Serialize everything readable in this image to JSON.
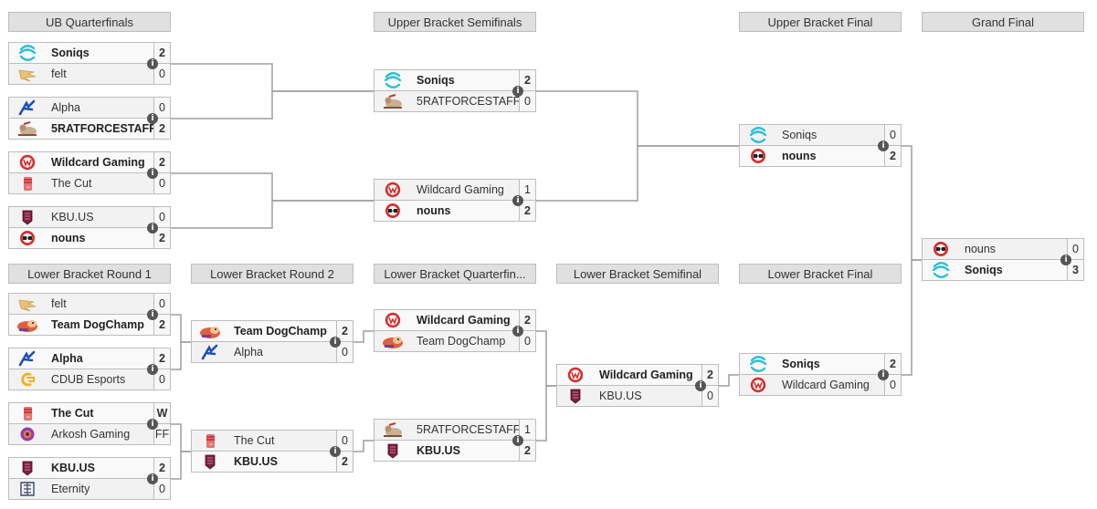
{
  "rounds": [
    {
      "id": "ubqf",
      "label": "UB Quarterfinals"
    },
    {
      "id": "ubsf",
      "label": "Upper Bracket Semifinals"
    },
    {
      "id": "ubf",
      "label": "Upper Bracket Final"
    },
    {
      "id": "gf",
      "label": "Grand Final"
    },
    {
      "id": "lbr1",
      "label": "Lower Bracket Round 1"
    },
    {
      "id": "lbr2",
      "label": "Lower Bracket Round 2"
    },
    {
      "id": "lbqf",
      "label": "Lower Bracket Quarterfin..."
    },
    {
      "id": "lbsf",
      "label": "Lower Bracket Semifinal"
    },
    {
      "id": "lbf",
      "label": "Lower Bracket Final"
    }
  ],
  "matches": [
    {
      "id": "ubqf1",
      "teams": [
        {
          "name": "Soniqs",
          "score": "2",
          "winner": true,
          "logo": "soniqs-logo"
        },
        {
          "name": "felt",
          "score": "0",
          "winner": false,
          "logo": "felt-logo"
        }
      ]
    },
    {
      "id": "ubqf2",
      "teams": [
        {
          "name": "Alpha",
          "score": "0",
          "winner": false,
          "logo": "alpha-logo"
        },
        {
          "name": "5RATFORCESTAFF",
          "score": "2",
          "winner": true,
          "logo": "5ratforcestaff-logo"
        }
      ]
    },
    {
      "id": "ubqf3",
      "teams": [
        {
          "name": "Wildcard Gaming",
          "score": "2",
          "winner": true,
          "logo": "wildcard-logo"
        },
        {
          "name": "The Cut",
          "score": "0",
          "winner": false,
          "logo": "thecut-logo"
        }
      ]
    },
    {
      "id": "ubqf4",
      "teams": [
        {
          "name": "KBU.US",
          "score": "0",
          "winner": false,
          "logo": "kbu-logo"
        },
        {
          "name": "nouns",
          "score": "2",
          "winner": true,
          "logo": "nouns-logo"
        }
      ]
    },
    {
      "id": "ubsf1",
      "teams": [
        {
          "name": "Soniqs",
          "score": "2",
          "winner": true,
          "logo": "soniqs-logo"
        },
        {
          "name": "5RATFORCESTAFF",
          "score": "0",
          "winner": false,
          "logo": "5ratforcestaff-logo"
        }
      ]
    },
    {
      "id": "ubsf2",
      "teams": [
        {
          "name": "Wildcard Gaming",
          "score": "1",
          "winner": false,
          "logo": "wildcard-logo"
        },
        {
          "name": "nouns",
          "score": "2",
          "winner": true,
          "logo": "nouns-logo"
        }
      ]
    },
    {
      "id": "ubf1",
      "teams": [
        {
          "name": "Soniqs",
          "score": "0",
          "winner": false,
          "logo": "soniqs-logo"
        },
        {
          "name": "nouns",
          "score": "2",
          "winner": true,
          "logo": "nouns-logo"
        }
      ]
    },
    {
      "id": "gf1",
      "teams": [
        {
          "name": "nouns",
          "score": "0",
          "winner": false,
          "logo": "nouns-logo"
        },
        {
          "name": "Soniqs",
          "score": "3",
          "winner": true,
          "logo": "soniqs-logo"
        }
      ]
    },
    {
      "id": "lbr1a",
      "teams": [
        {
          "name": "felt",
          "score": "0",
          "winner": false,
          "logo": "felt-logo"
        },
        {
          "name": "Team DogChamp",
          "score": "2",
          "winner": true,
          "logo": "dogchamp-logo"
        }
      ]
    },
    {
      "id": "lbr1b",
      "teams": [
        {
          "name": "Alpha",
          "score": "2",
          "winner": true,
          "logo": "alpha-logo"
        },
        {
          "name": "CDUB Esports",
          "score": "0",
          "winner": false,
          "logo": "cdub-logo"
        }
      ]
    },
    {
      "id": "lbr1c",
      "teams": [
        {
          "name": "The Cut",
          "score": "W",
          "winner": true,
          "logo": "thecut-logo"
        },
        {
          "name": "Arkosh Gaming",
          "score": "FF",
          "winner": false,
          "logo": "arkosh-logo"
        }
      ]
    },
    {
      "id": "lbr1d",
      "teams": [
        {
          "name": "KBU.US",
          "score": "2",
          "winner": true,
          "logo": "kbu-logo"
        },
        {
          "name": "Eternity",
          "score": "0",
          "winner": false,
          "logo": "eternity-logo"
        }
      ]
    },
    {
      "id": "lbr2a",
      "teams": [
        {
          "name": "Team DogChamp",
          "score": "2",
          "winner": true,
          "logo": "dogchamp-logo"
        },
        {
          "name": "Alpha",
          "score": "0",
          "winner": false,
          "logo": "alpha-logo"
        }
      ]
    },
    {
      "id": "lbr2b",
      "teams": [
        {
          "name": "The Cut",
          "score": "0",
          "winner": false,
          "logo": "thecut-logo"
        },
        {
          "name": "KBU.US",
          "score": "2",
          "winner": true,
          "logo": "kbu-logo"
        }
      ]
    },
    {
      "id": "lbqf1",
      "teams": [
        {
          "name": "Wildcard Gaming",
          "score": "2",
          "winner": true,
          "logo": "wildcard-logo"
        },
        {
          "name": "Team DogChamp",
          "score": "0",
          "winner": false,
          "logo": "dogchamp-logo"
        }
      ]
    },
    {
      "id": "lbqf2",
      "teams": [
        {
          "name": "5RATFORCESTAFF",
          "score": "1",
          "winner": false,
          "logo": "5ratforcestaff-logo"
        },
        {
          "name": "KBU.US",
          "score": "2",
          "winner": true,
          "logo": "kbu-logo"
        }
      ]
    },
    {
      "id": "lbsf1",
      "teams": [
        {
          "name": "Wildcard Gaming",
          "score": "2",
          "winner": true,
          "logo": "wildcard-logo"
        },
        {
          "name": "KBU.US",
          "score": "0",
          "winner": false,
          "logo": "kbu-logo"
        }
      ]
    },
    {
      "id": "lbf1",
      "teams": [
        {
          "name": "Soniqs",
          "score": "2",
          "winner": true,
          "logo": "soniqs-logo"
        },
        {
          "name": "Wildcard Gaming",
          "score": "0",
          "winner": false,
          "logo": "wildcard-logo"
        }
      ]
    }
  ],
  "info_glyph": "i",
  "colors": {
    "header_bg": "#e0e0e0",
    "row_bg": "#f2f2f2",
    "border": "#bdbdbd",
    "connector": "#9e9e9e",
    "info_btn": "#555555"
  }
}
